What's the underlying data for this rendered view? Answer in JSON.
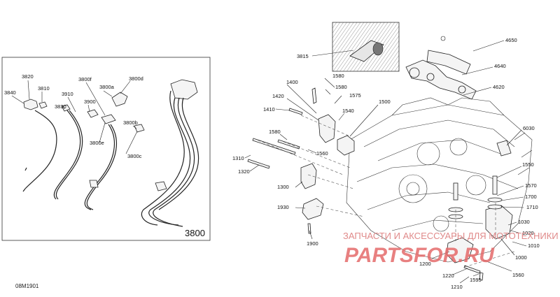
{
  "diagram_code": "08M1901",
  "watermark": {
    "line1": "ЗАПЧАСТИ И АКСЕССУАРЫ ДЛЯ МОТОТЕХНИКИ",
    "line2": "PARTSFOR.RU"
  },
  "harness_labels": {
    "l3840": "3840",
    "l3820": "3820",
    "l3810": "3810",
    "l3910": "3910",
    "l3830": "3830",
    "l3800f": "3800f",
    "l3800a": "3800a",
    "l3800d": "3800d",
    "l3900": "3900",
    "l3800b": "3800b",
    "l3800e": "3800e",
    "l3800c": "3800c",
    "l3800": "3800"
  },
  "engine_labels": {
    "l3815": "3815",
    "l4650": "4650",
    "l4640": "4640",
    "l4620": "4620",
    "l1580a": "1580",
    "l1400": "1400",
    "l1580b": "1580",
    "l1420": "1420",
    "l1575": "1575",
    "l1500": "1500",
    "l1410": "1410",
    "l1540": "1540",
    "l1580c": "1580",
    "l1560a": "1560",
    "l6030": "6030",
    "l1310": "1310",
    "l1320": "1320",
    "l1550": "1550",
    "l1300": "1300",
    "l1570": "1570",
    "l1700": "1700",
    "l1710": "1710",
    "l1930": "1930",
    "l1030": "1030",
    "l1020": "1020",
    "l1900": "1900",
    "l1010": "1010",
    "l1000": "1000",
    "l1200": "1200",
    "l1560b": "1560",
    "l1220": "1220",
    "l1595": "1595",
    "l1210": "1210"
  }
}
